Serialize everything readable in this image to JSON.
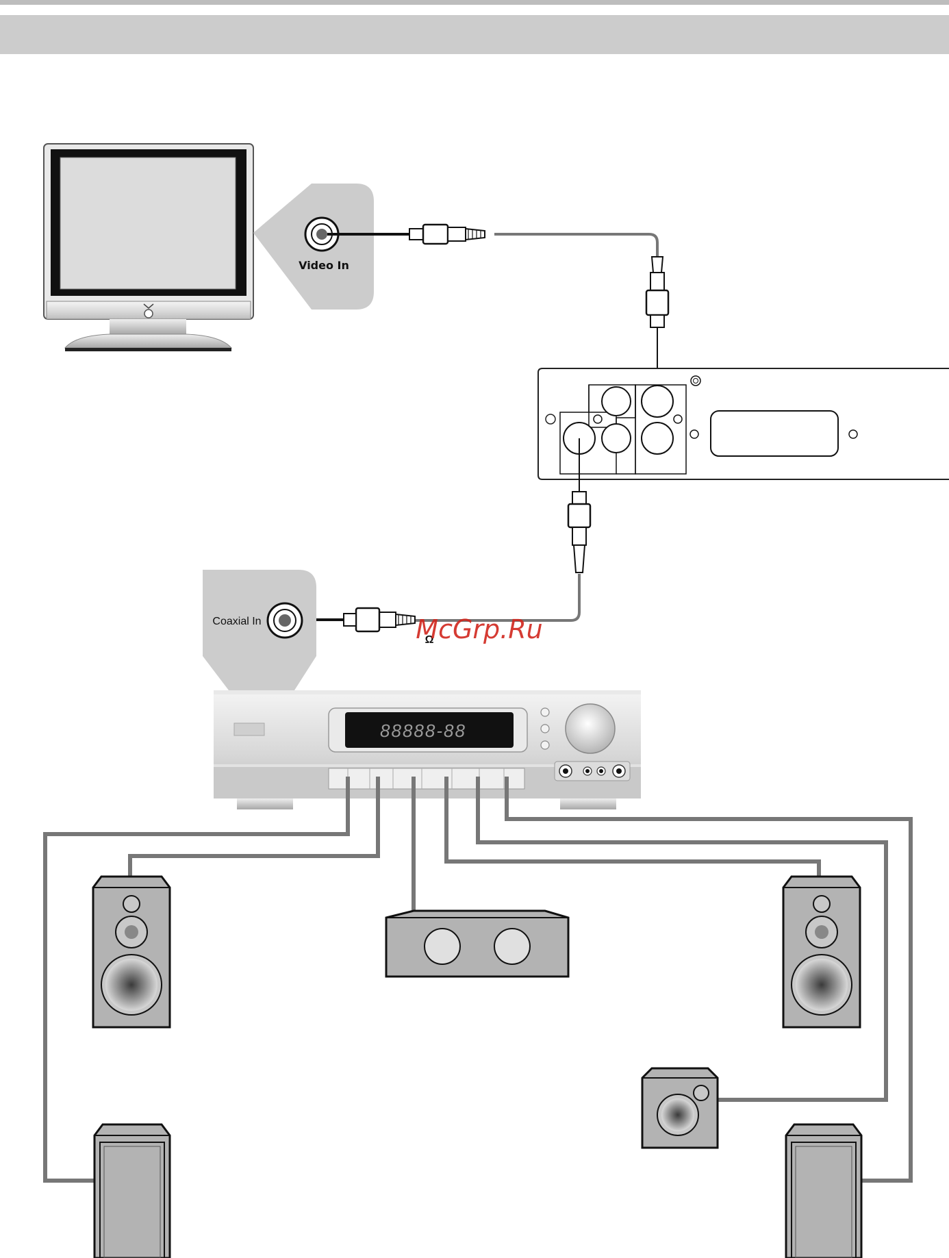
{
  "labels": {
    "video_in": "Video In",
    "coaxial_in": "Coaxial In",
    "ohm_symbol": "Ω"
  },
  "display": {
    "readout": "88888-88"
  },
  "watermark": {
    "text": "McGrp.Ru"
  },
  "colors": {
    "panel_gray": "#cccccc",
    "cable_gray": "#777777",
    "speaker_fill": "#b3b3b3",
    "watermark_red": "#d0261d"
  }
}
